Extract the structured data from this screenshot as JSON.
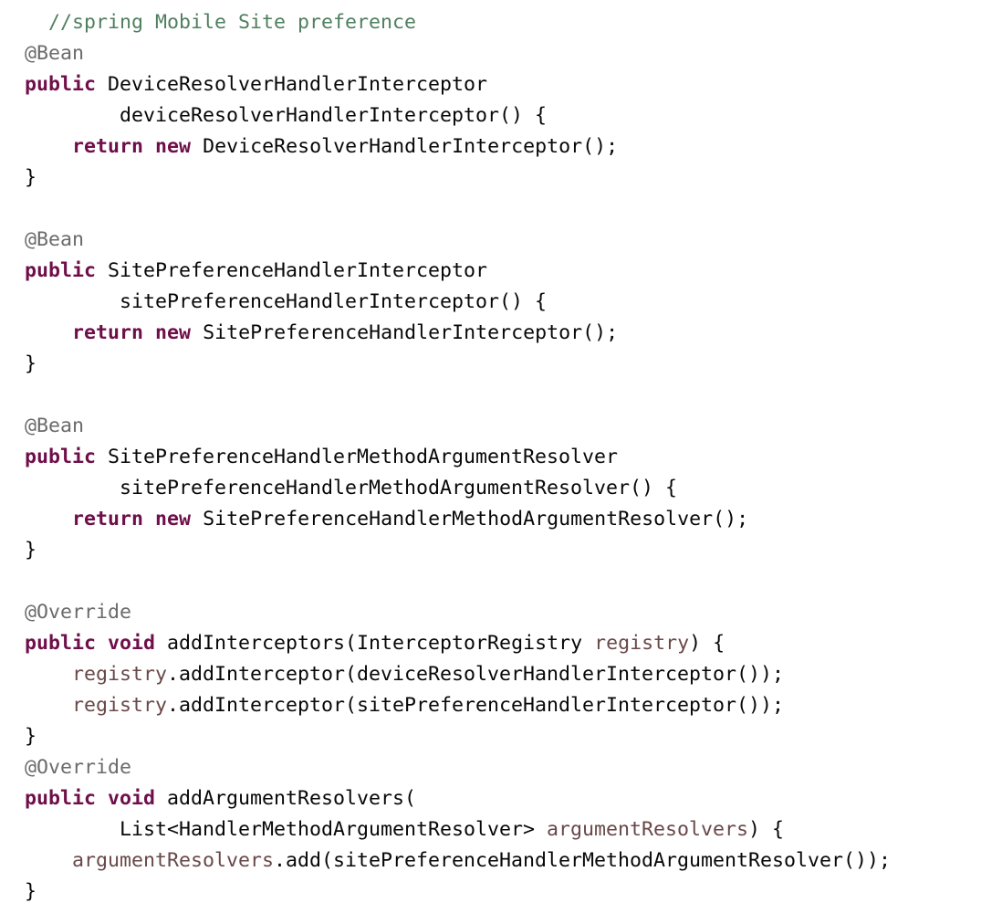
{
  "colors": {
    "background": "#ffffff",
    "text": "#080808",
    "keyword": "#6f0f4a",
    "annotation": "#6b6b6b",
    "comment": "#4f7f5f",
    "parameter": "#6a4848"
  },
  "code": {
    "lines": [
      [
        {
          "t": "  ",
          "k": "plain"
        },
        {
          "t": "//spring Mobile Site preference",
          "k": "comment"
        }
      ],
      [
        {
          "t": "@Bean",
          "k": "annotation"
        }
      ],
      [
        {
          "t": "public",
          "k": "keyword"
        },
        {
          "t": " DeviceResolverHandlerInterceptor",
          "k": "plain"
        }
      ],
      [
        {
          "t": "        deviceResolverHandlerInterceptor() {",
          "k": "plain"
        }
      ],
      [
        {
          "t": "    ",
          "k": "plain"
        },
        {
          "t": "return",
          "k": "keyword"
        },
        {
          "t": " ",
          "k": "plain"
        },
        {
          "t": "new",
          "k": "keyword"
        },
        {
          "t": " DeviceResolverHandlerInterceptor();",
          "k": "plain"
        }
      ],
      [
        {
          "t": "}",
          "k": "plain"
        }
      ],
      [],
      [
        {
          "t": "@Bean",
          "k": "annotation"
        }
      ],
      [
        {
          "t": "public",
          "k": "keyword"
        },
        {
          "t": " SitePreferenceHandlerInterceptor",
          "k": "plain"
        }
      ],
      [
        {
          "t": "        sitePreferenceHandlerInterceptor() {",
          "k": "plain"
        }
      ],
      [
        {
          "t": "    ",
          "k": "plain"
        },
        {
          "t": "return",
          "k": "keyword"
        },
        {
          "t": " ",
          "k": "plain"
        },
        {
          "t": "new",
          "k": "keyword"
        },
        {
          "t": " SitePreferenceHandlerInterceptor();",
          "k": "plain"
        }
      ],
      [
        {
          "t": "}",
          "k": "plain"
        }
      ],
      [],
      [
        {
          "t": "@Bean",
          "k": "annotation"
        }
      ],
      [
        {
          "t": "public",
          "k": "keyword"
        },
        {
          "t": " SitePreferenceHandlerMethodArgumentResolver",
          "k": "plain"
        }
      ],
      [
        {
          "t": "        sitePreferenceHandlerMethodArgumentResolver() {",
          "k": "plain"
        }
      ],
      [
        {
          "t": "    ",
          "k": "plain"
        },
        {
          "t": "return",
          "k": "keyword"
        },
        {
          "t": " ",
          "k": "plain"
        },
        {
          "t": "new",
          "k": "keyword"
        },
        {
          "t": " SitePreferenceHandlerMethodArgumentResolver();",
          "k": "plain"
        }
      ],
      [
        {
          "t": "}",
          "k": "plain"
        }
      ],
      [],
      [
        {
          "t": "@Override",
          "k": "annotation"
        }
      ],
      [
        {
          "t": "public",
          "k": "keyword"
        },
        {
          "t": " ",
          "k": "plain"
        },
        {
          "t": "void",
          "k": "keyword"
        },
        {
          "t": " addInterceptors(InterceptorRegistry ",
          "k": "plain"
        },
        {
          "t": "registry",
          "k": "param"
        },
        {
          "t": ") {",
          "k": "plain"
        }
      ],
      [
        {
          "t": "    ",
          "k": "plain"
        },
        {
          "t": "registry",
          "k": "param"
        },
        {
          "t": ".addInterceptor(deviceResolverHandlerInterceptor());",
          "k": "plain"
        }
      ],
      [
        {
          "t": "    ",
          "k": "plain"
        },
        {
          "t": "registry",
          "k": "param"
        },
        {
          "t": ".addInterceptor(sitePreferenceHandlerInterceptor());",
          "k": "plain"
        }
      ],
      [
        {
          "t": "}",
          "k": "plain"
        }
      ],
      [
        {
          "t": "@Override",
          "k": "annotation"
        }
      ],
      [
        {
          "t": "public",
          "k": "keyword"
        },
        {
          "t": " ",
          "k": "plain"
        },
        {
          "t": "void",
          "k": "keyword"
        },
        {
          "t": " addArgumentResolvers(",
          "k": "plain"
        }
      ],
      [
        {
          "t": "        List<HandlerMethodArgumentResolver> ",
          "k": "plain"
        },
        {
          "t": "argumentResolvers",
          "k": "param"
        },
        {
          "t": ") {",
          "k": "plain"
        }
      ],
      [
        {
          "t": "    ",
          "k": "plain"
        },
        {
          "t": "argumentResolvers",
          "k": "param"
        },
        {
          "t": ".add(sitePreferenceHandlerMethodArgumentResolver());",
          "k": "plain"
        }
      ],
      [
        {
          "t": "}",
          "k": "plain"
        }
      ]
    ]
  }
}
